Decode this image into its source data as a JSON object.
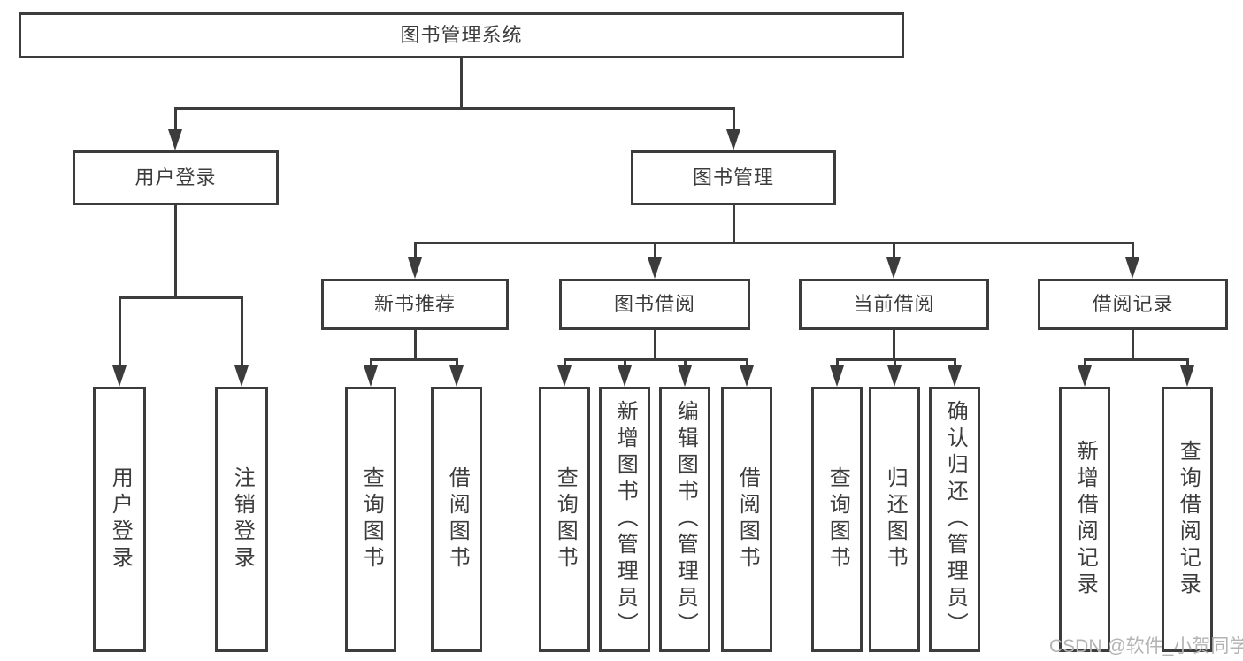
{
  "tree": {
    "root": {
      "label": "图书管理系统"
    },
    "user_login": {
      "label": "用户登录",
      "children": [
        {
          "label": "用户登录"
        },
        {
          "label": "注销登录"
        }
      ]
    },
    "book_mgmt": {
      "label": "图书管理",
      "children": [
        {
          "label": "新书推荐",
          "children": [
            {
              "label": "查询图书"
            },
            {
              "label": "借阅图书"
            }
          ]
        },
        {
          "label": "图书借阅",
          "children": [
            {
              "label": "查询图书"
            },
            {
              "label": "新增图书（管理员）"
            },
            {
              "label": "编辑图书（管理员）"
            },
            {
              "label": "借阅图书"
            }
          ]
        },
        {
          "label": "当前借阅",
          "children": [
            {
              "label": "查询图书"
            },
            {
              "label": "归还图书"
            },
            {
              "label": "确认归还（管理员）"
            }
          ]
        },
        {
          "label": "借阅记录",
          "children": [
            {
              "label": "新增借阅记录"
            },
            {
              "label": "查询借阅记录"
            }
          ]
        }
      ]
    }
  },
  "watermark": {
    "text": "CSDN @软件_小贺同学"
  },
  "colors": {
    "line": "#3c3c3c",
    "text": "#3c3c3c",
    "background": "#ffffff",
    "watermark": "#b3b3b3"
  }
}
